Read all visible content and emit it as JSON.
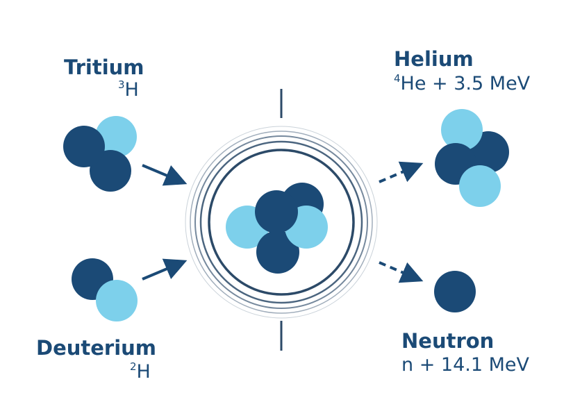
{
  "reactants": {
    "tritium": {
      "name": "Tritium",
      "mass_number": "3",
      "symbol": "H"
    },
    "deuterium": {
      "name": "Deuterium",
      "mass_number": "2",
      "symbol": "H"
    }
  },
  "products": {
    "helium": {
      "name": "Helium",
      "mass_number": "4",
      "symbol": "He",
      "energy": " + 3.5 MeV"
    },
    "neutron": {
      "name": "Neutron",
      "symbol": "n",
      "energy": " + 14.1 MeV"
    }
  },
  "colors": {
    "proton": "#1b4a76",
    "neutron": "#7dd0eb",
    "text": "#1b4a76",
    "ring": "#2c4a68",
    "arrow": "#1b4a76"
  }
}
